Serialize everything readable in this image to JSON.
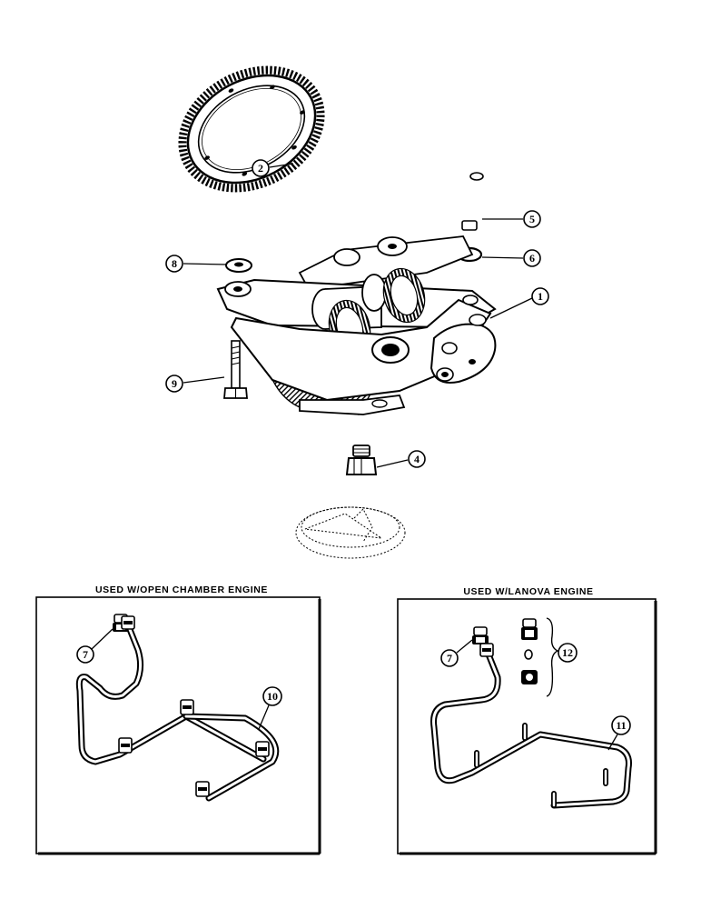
{
  "callouts": {
    "c1": "1",
    "c2": "2",
    "c4": "4",
    "c5": "5",
    "c6": "6",
    "c7a": "7",
    "c7b": "7",
    "c8": "8",
    "c9": "9",
    "c10": "10",
    "c11": "11",
    "c12": "12"
  },
  "panels": {
    "left_title": "USED W/OPEN CHAMBER ENGINE",
    "right_title": "USED W/LANOVA ENGINE"
  }
}
